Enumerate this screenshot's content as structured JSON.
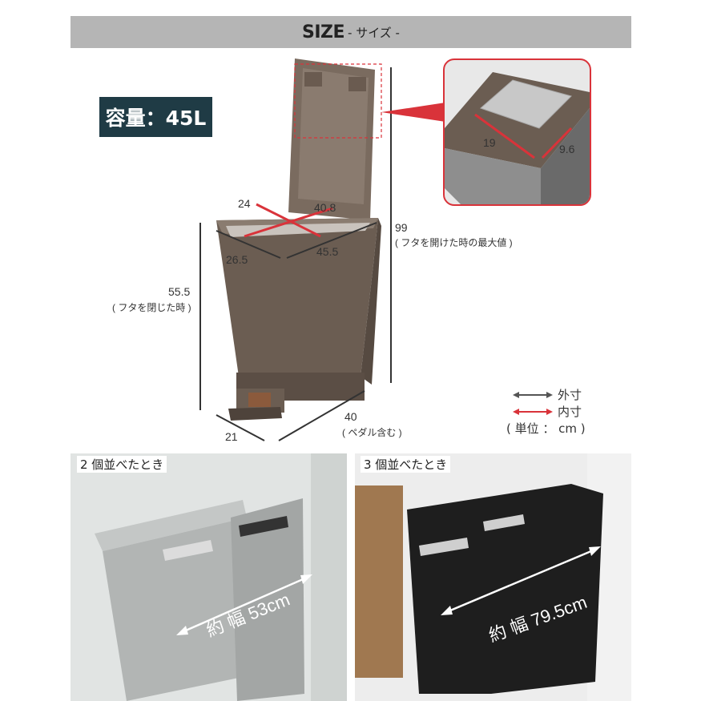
{
  "title": {
    "main": "SIZE",
    "sub": "- サイズ -"
  },
  "capacity": "容量：45L",
  "dimensions": {
    "height_open": "99",
    "height_open_note": "( フタを開けた時の最大値 )",
    "height_closed": "55.5",
    "height_closed_note": "( フタを閉じた時 )",
    "inner_w": "24",
    "inner_d": "40.8",
    "top_w": "26.5",
    "top_d": "45.5",
    "base_w": "21",
    "base_d": "40",
    "base_d_note": "( ペダル含む )",
    "lid_w": "19",
    "lid_d": "9.6"
  },
  "legend": {
    "outer": "外寸",
    "inner": "内寸",
    "unit": "( 単位 ： cm )"
  },
  "photos": {
    "two": {
      "label": "2 個並べたとき",
      "width": "約 幅 53cm"
    },
    "three": {
      "label": "3 個並べたとき",
      "width": "約 幅 79.5cm"
    }
  },
  "colors": {
    "red": "#d9333a",
    "dark_gray": "#555555",
    "brown": "#6b5d52",
    "badge": "#1f3b45"
  }
}
